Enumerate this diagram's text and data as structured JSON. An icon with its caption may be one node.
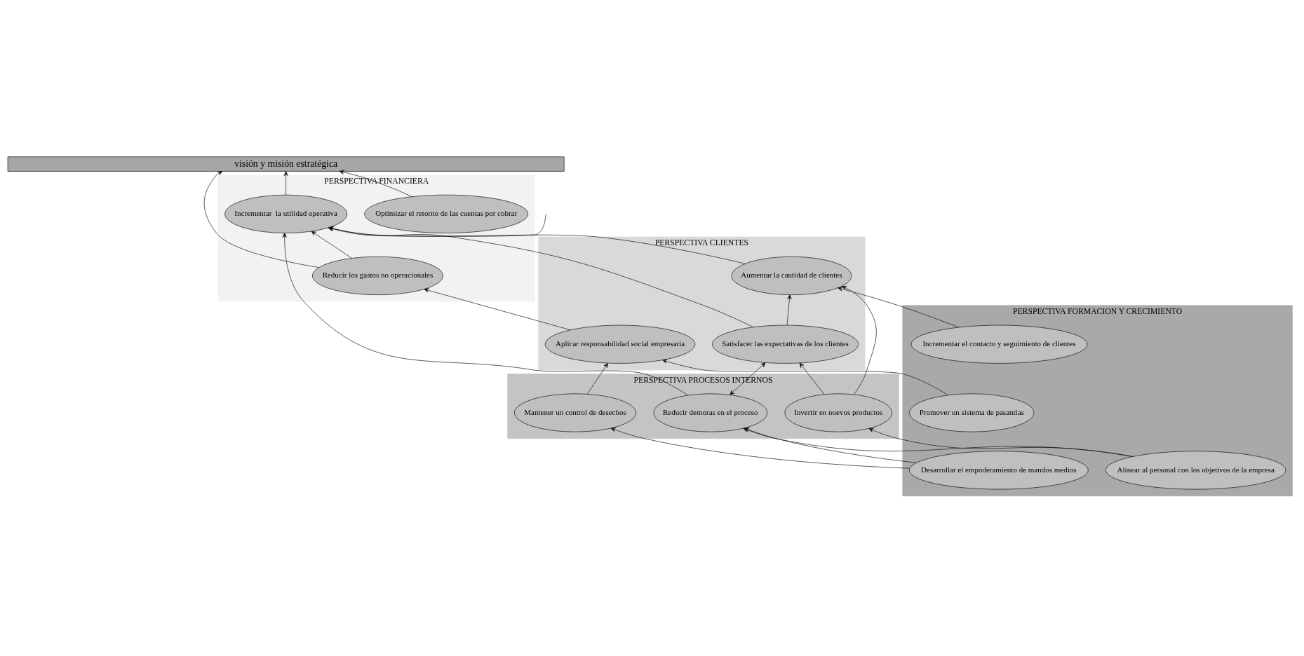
{
  "diagram": {
    "nodes": [
      {
        "text": [
          "visión y misión estratégica"
        ]
      },
      {
        "text": [
          "PERSPECTIVA FINANCIERA"
        ]
      },
      {
        "text": [
          "Optimizar el retorno de las cuentas por cobrar"
        ],
        "in": 1
      },
      {
        "text": [
          "Incrementar  la utilidad operativa"
        ],
        "in": 1
      },
      {
        "text": [
          "Reducir los gastos no operacionales"
        ],
        "in": 1
      },
      {
        "text": [
          "PERSPECTIVA CLIENTES"
        ]
      },
      {
        "text": [
          "Aumentar la cantidad de clientes"
        ],
        "in": 5
      },
      {
        "text": [
          "Satisfacer las expectativas de los clientes"
        ],
        "in": 5
      },
      {
        "text": [
          "Aplicar responsabilidad social empresaria"
        ],
        "in": 5
      },
      {
        "text": [
          "PERSPECTIVA PROCESOS INTERNOS"
        ]
      },
      {
        "text": [
          "Invertir en nuevos productos"
        ],
        "in": 9
      },
      {
        "text": [
          "Reducir demoras en el proceso"
        ],
        "in": 9
      },
      {
        "text": [
          "Mantener un control de desechos"
        ],
        "in": 9
      },
      {
        "text": [
          "PERSPECTIVA FORMACION Y CRECIMIENTO"
        ]
      },
      {
        "text": [
          "Incrementar el contacto y seguimiento de clientes"
        ],
        "in": 13
      },
      {
        "text": [
          "Alinear al personal con los objetivos de la empresa"
        ],
        "in": 13
      },
      {
        "text": [
          "Desarrollar el empoderamiento de mandos medios"
        ],
        "in": 13
      },
      {
        "text": [
          "Promover un sistema de pasantías"
        ],
        "in": 13
      }
    ],
    "edges": [
      {
        "from": 2,
        "to": 0,
        "arrow": "to"
      },
      {
        "from": null,
        "to": 3,
        "arrow": "to"
      },
      {
        "from": 3,
        "to": 0,
        "arrow": "to"
      },
      {
        "from": 4,
        "to": 3,
        "arrow": "to"
      },
      {
        "from": 4,
        "to": 0,
        "arrow": "to"
      },
      {
        "from": 6,
        "to": 3,
        "arrow": "to"
      },
      {
        "from": 7,
        "to": 6,
        "arrow": "to"
      },
      {
        "from": 7,
        "to": 3,
        "arrow": "to"
      },
      {
        "from": 11,
        "to": 3,
        "arrow": "to"
      },
      {
        "from": 8,
        "to": 4,
        "arrow": "to"
      },
      {
        "from": 10,
        "to": 6,
        "arrow": "to"
      },
      {
        "from": 10,
        "to": 7,
        "arrow": "to"
      },
      {
        "from": 11,
        "to": 7,
        "arrow": "both"
      },
      {
        "from": 12,
        "to": 8,
        "arrow": "to"
      },
      {
        "from": 14,
        "to": 6,
        "arrow": "to"
      },
      {
        "from": 15,
        "to": 10,
        "arrow": "to"
      },
      {
        "from": 15,
        "to": 11,
        "arrow": "to"
      },
      {
        "from": 16,
        "to": 11,
        "arrow": "to"
      },
      {
        "from": 16,
        "to": 12,
        "arrow": "to"
      },
      {
        "from": 17,
        "to": 8,
        "arrow": "to"
      }
    ]
  }
}
